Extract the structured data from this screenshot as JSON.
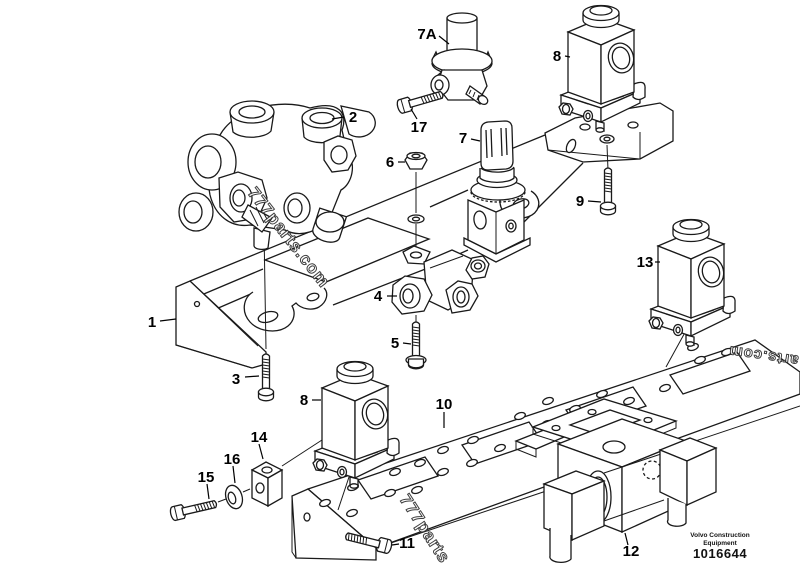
{
  "diagram": {
    "type": "exploded-parts-diagram",
    "callouts": [
      {
        "label": "1"
      },
      {
        "label": "2"
      },
      {
        "label": "3"
      },
      {
        "label": "4"
      },
      {
        "label": "5"
      },
      {
        "label": "6"
      },
      {
        "label": "7"
      },
      {
        "label": "7A"
      },
      {
        "label": "8"
      },
      {
        "label": "8"
      },
      {
        "label": "9"
      },
      {
        "label": "10"
      },
      {
        "label": "11"
      },
      {
        "label": "12"
      },
      {
        "label": "13"
      },
      {
        "label": "14"
      },
      {
        "label": "15"
      },
      {
        "label": "16"
      },
      {
        "label": "17"
      }
    ],
    "watermarks": [
      {
        "text": "777parts.com"
      },
      {
        "text": "777parts"
      },
      {
        "text": "arts.com"
      }
    ],
    "footer": {
      "brand_line1": "Volvo Construction",
      "brand_line2": "Equipment",
      "part_number": "1016644"
    },
    "colors": {
      "line": "#1a1a1a",
      "background": "#ffffff"
    }
  }
}
